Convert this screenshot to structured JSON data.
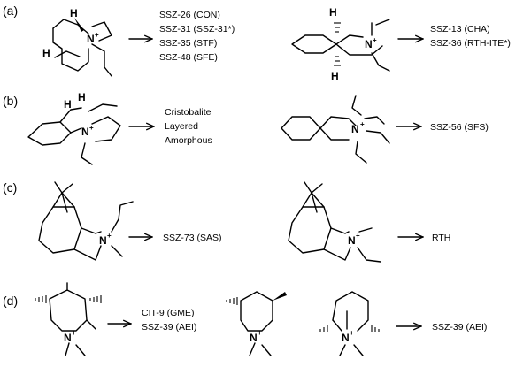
{
  "panels": [
    {
      "label": "(a)",
      "left_products": [
        "SSZ-26 (CON)",
        "SSZ-31 (SSZ-31*)",
        "SSZ-35 (STF)",
        "SSZ-48 (SFE)"
      ],
      "right_products": [
        "SSZ-13 (CHA)",
        "SSZ-36 (RTH-ITE*)"
      ]
    },
    {
      "label": "(b)",
      "left_products": [
        "Cristobalite",
        "Layered",
        "Amorphous"
      ],
      "right_products": [
        "SSZ-56 (SFS)"
      ]
    },
    {
      "label": "(c)",
      "left_products": [
        "SSZ-73 (SAS)"
      ],
      "right_products": [
        "RTH"
      ]
    },
    {
      "label": "(d)",
      "left_products": [
        "CIT-9 (GME)",
        "SSZ-39 (AEI)"
      ],
      "right_products": [
        "SSZ-39 (AEI)"
      ]
    }
  ],
  "atoms": {
    "nitrogen": "N",
    "charge": "+",
    "hydrogen": "H"
  }
}
